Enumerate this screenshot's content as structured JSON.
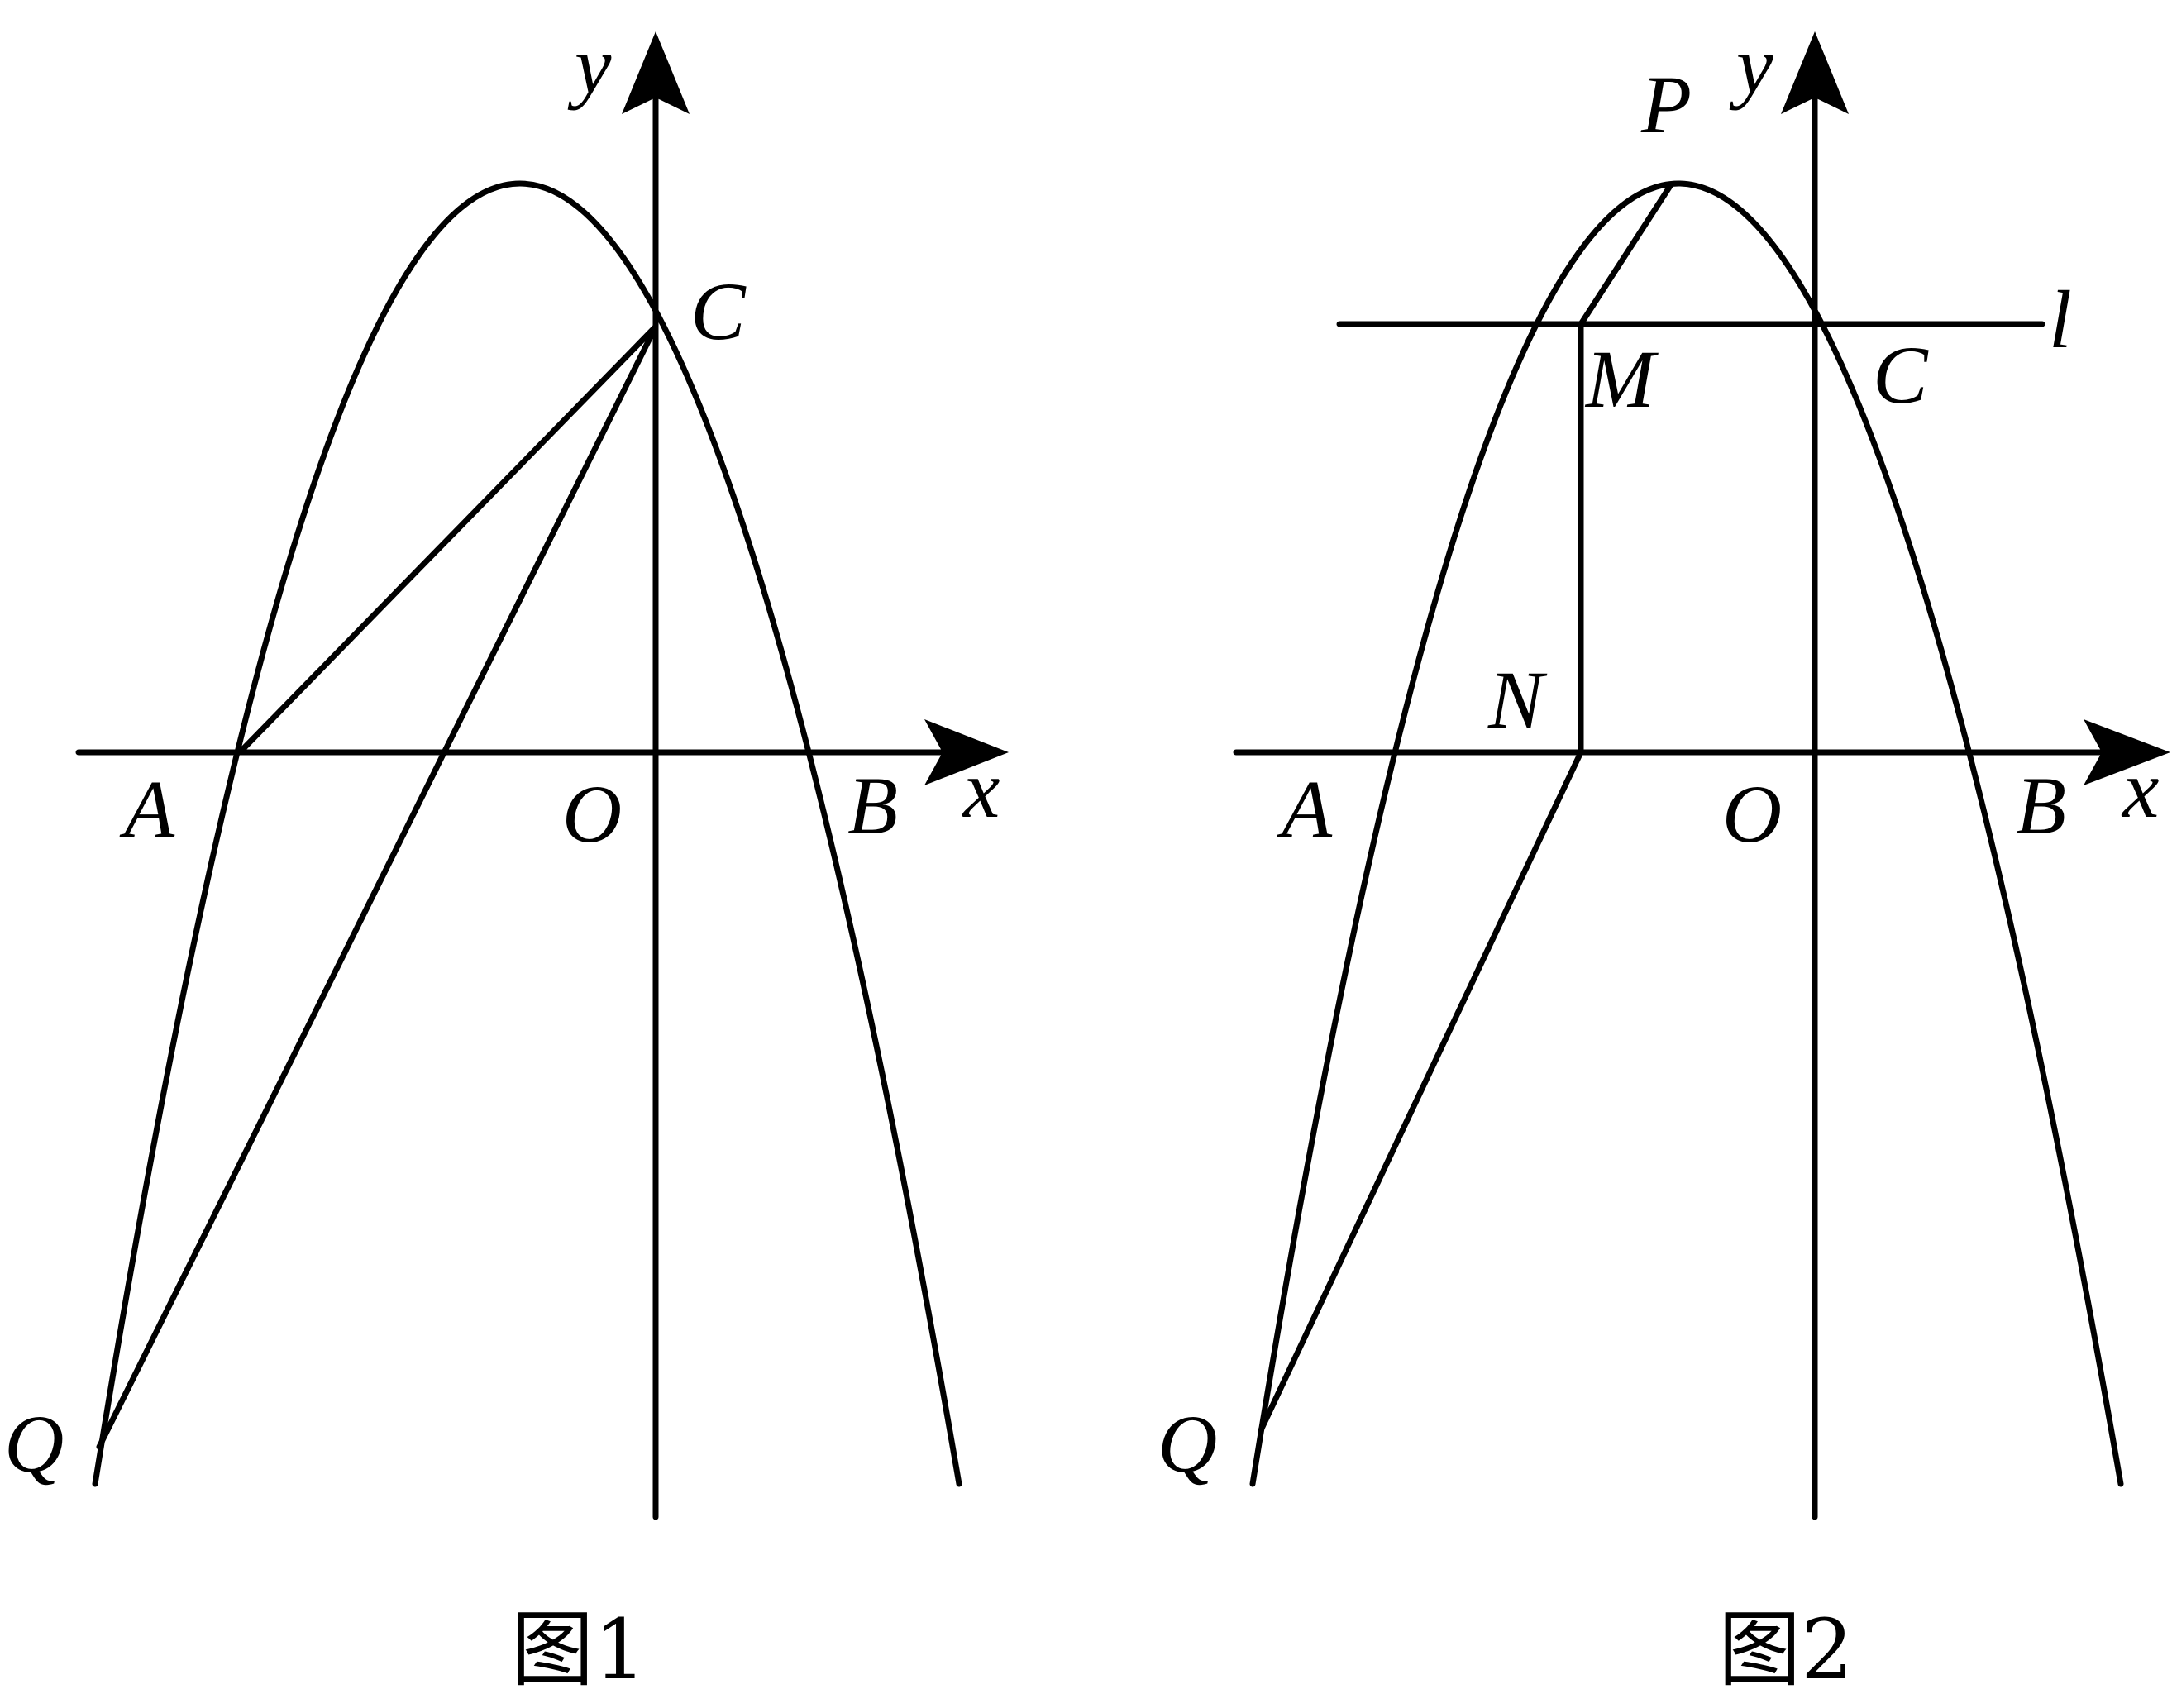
{
  "figures": [
    {
      "caption": "图1",
      "labels": {
        "x_axis": "x",
        "y_axis": "y",
        "A": "A",
        "B": "B",
        "C": "C",
        "O": "O",
        "Q": "Q"
      }
    },
    {
      "caption": "图2",
      "labels": {
        "x_axis": "x",
        "y_axis": "y",
        "A": "A",
        "B": "B",
        "C": "C",
        "O": "O",
        "Q": "Q",
        "P": "P",
        "M": "M",
        "N": "N",
        "l": "l"
      }
    }
  ],
  "colors": {
    "ink": "#000000",
    "background": "#ffffff"
  }
}
